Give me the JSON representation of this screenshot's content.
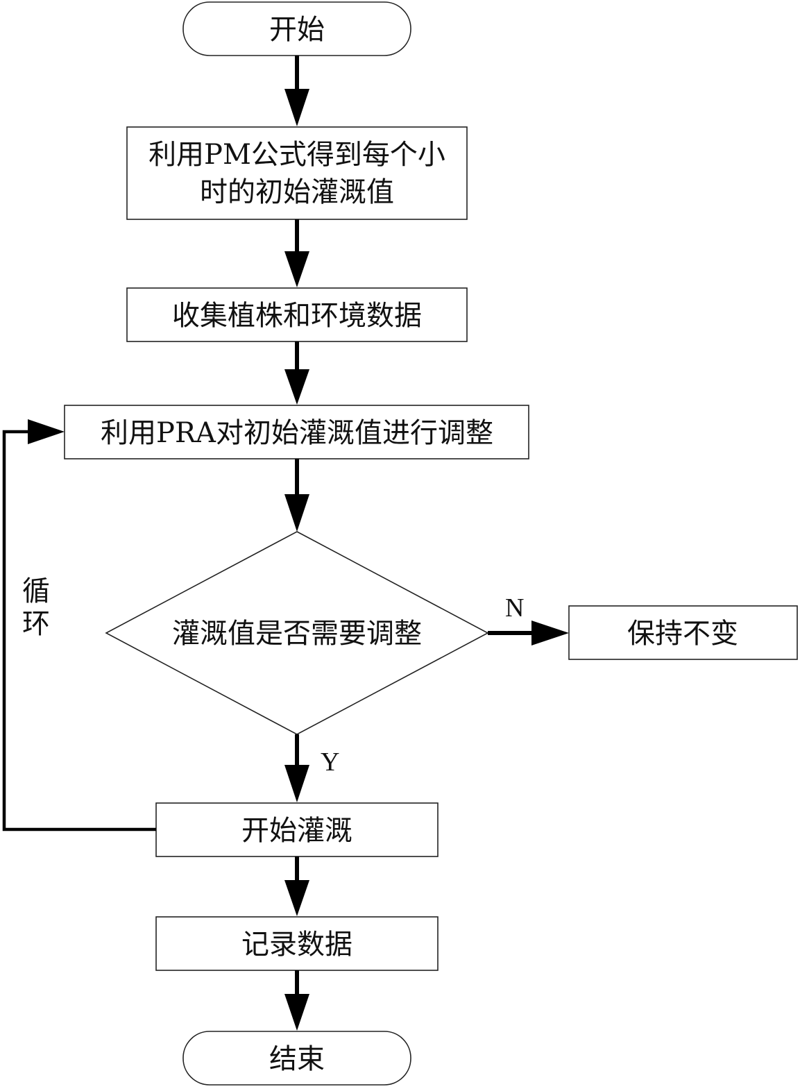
{
  "nodes": {
    "start": "开始",
    "step1_line1": "利用PM公式得到每个小",
    "step1_line2": "时的初始灌溉值",
    "step2": "收集植株和环境数据",
    "step3": "利用PRA对初始灌溉值进行调整",
    "decision": "灌溉值是否需要调整",
    "keep": "保持不变",
    "irrigate": "开始灌溉",
    "record": "记录数据",
    "end": "结束"
  },
  "labels": {
    "no": "N",
    "yes": "Y",
    "loop_char1": "循",
    "loop_char2": "环"
  }
}
